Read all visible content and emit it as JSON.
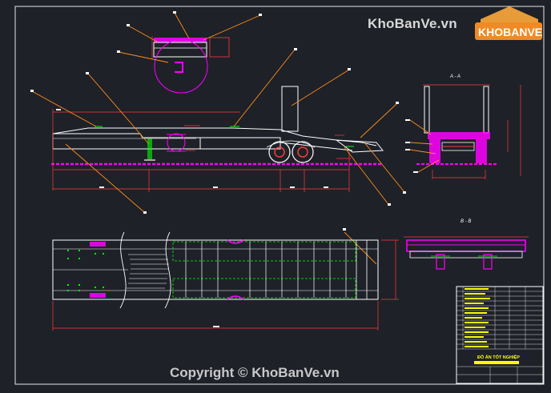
{
  "watermark": {
    "site_text": "KhoBanVe.vn",
    "logo_text": "KHOBANVE",
    "copyright_text": "Copyright © KhoBanVe.vn"
  },
  "drawing": {
    "section_a_label": "A - A",
    "section_b_label": "B - B",
    "title_block_label": "ĐỒ ÁN TỐT NGHIỆP"
  },
  "colors": {
    "background": "#1e2128",
    "outline": "#ffffff",
    "dimension": "#ff3b3b",
    "highlight": "#ff00ff",
    "leader": "#ff8c1a",
    "hidden": "#00ff00",
    "title_bar": "#ffff00"
  }
}
